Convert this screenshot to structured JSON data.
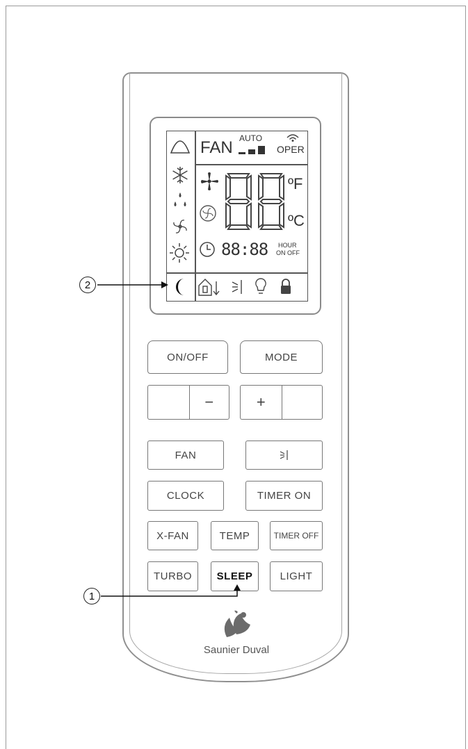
{
  "lcd": {
    "fan_label": "FAN",
    "auto_label": "AUTO",
    "oper_label": "OPER",
    "digits": "88",
    "unit_f": "ºF",
    "unit_c": "ºC",
    "timer_digits": "88:88",
    "hour_label": "HOUR",
    "on_off_label": "ON OFF"
  },
  "buttons": {
    "on_off": "ON/OFF",
    "mode": "MODE",
    "minus": "−",
    "plus": "+",
    "fan": "FAN",
    "clock": "CLOCK",
    "timer_on": "TIMER ON",
    "x_fan": "X-FAN",
    "temp": "TEMP",
    "timer_off": "TIMER OFF",
    "turbo": "TURBO",
    "sleep": "SLEEP",
    "light": "LIGHT"
  },
  "callouts": {
    "one": "1",
    "two": "2"
  },
  "brand": {
    "name": "Saunier Duval"
  }
}
